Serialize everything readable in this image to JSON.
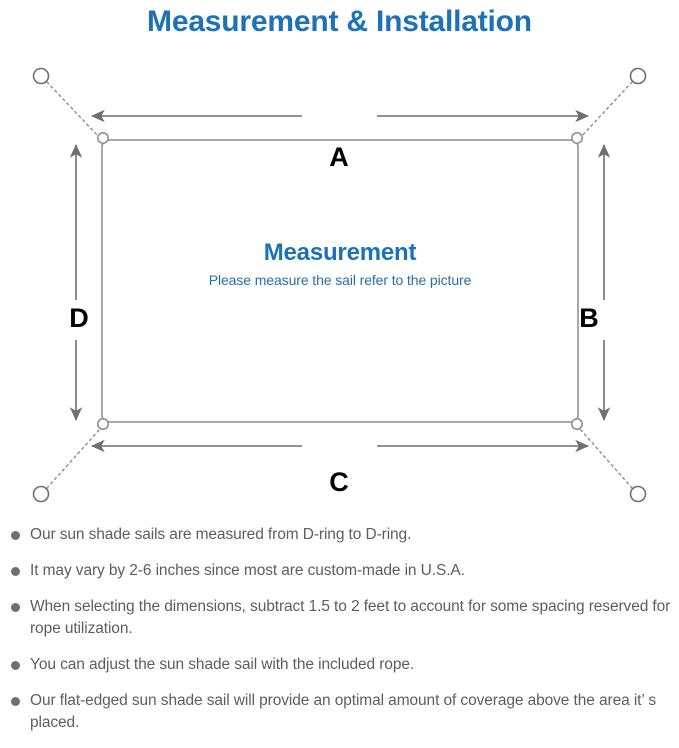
{
  "page": {
    "title": "Measurement & Installation",
    "title_color": "#1b72b8",
    "background": "#ffffff"
  },
  "diagram": {
    "name": "sun-shade-sail-measurement-diagram",
    "sail": {
      "heading": "Measurement",
      "subheading": "Please measure the sail refer to the picture",
      "heading_color": "#1b72b8",
      "subheading_color": "#2a6ea8",
      "edge_color": "#8c8c8c"
    },
    "dimension_labels": {
      "top": "A",
      "right": "B",
      "bottom": "C",
      "left": "D"
    },
    "arrow_color": "#6f6f6f",
    "rope_style": "dotted",
    "rope_color": "#8c8c8c",
    "anchor_count": 4,
    "dring_count": 4
  },
  "notes": [
    "Our sun shade sails are measured from D-ring to D-ring.",
    "It may vary by 2-6 inches since most are custom-made in U.S.A.",
    "When selecting the dimensions, subtract 1.5 to 2 feet to account for some spacing reserved for rope utilization.",
    "You can adjust the sun shade sail with the included rope.",
    "Our flat-edged sun shade sail will provide an optimal amount of coverage above the area it’ s placed."
  ]
}
